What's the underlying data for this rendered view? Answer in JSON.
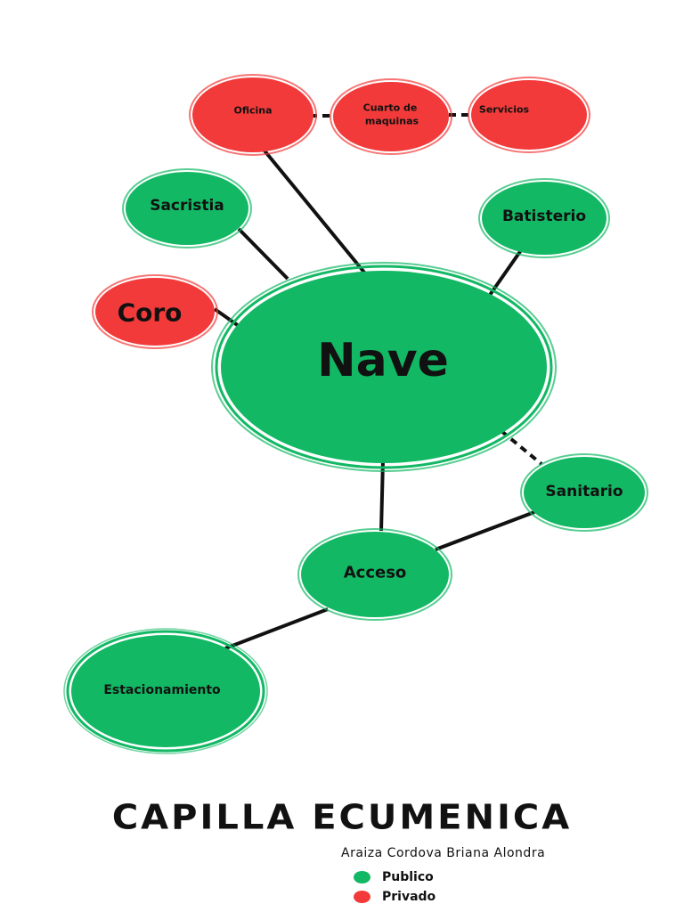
{
  "colors": {
    "public": "#12b864",
    "private": "#f23a3a",
    "ink": "#111111",
    "line": "#111111"
  },
  "nodes": {
    "nave": {
      "label": "Nave",
      "kind": "public"
    },
    "oficina": {
      "label": "Oficina",
      "kind": "private"
    },
    "cuarto_de_maquinas": {
      "label_line1": "Cuarto de",
      "label_line2": "maquinas",
      "kind": "private"
    },
    "servicios": {
      "label": "Servicios",
      "kind": "private"
    },
    "sacristia": {
      "label": "Sacristia",
      "kind": "public"
    },
    "batisterio": {
      "label": "Batisterio",
      "kind": "public"
    },
    "coro": {
      "label": "Coro",
      "kind": "private"
    },
    "sanitario": {
      "label": "Sanitario",
      "kind": "public"
    },
    "acceso": {
      "label": "Acceso",
      "kind": "public"
    },
    "estacionamiento": {
      "label": "Estacionamiento",
      "kind": "public"
    }
  },
  "title": "CAPILLA ECUMENICA",
  "author": "Araiza Cordova Briana Alondra",
  "legend": [
    {
      "label": "Publico",
      "color": "#12b864"
    },
    {
      "label": "Privado",
      "color": "#f23a3a"
    }
  ]
}
